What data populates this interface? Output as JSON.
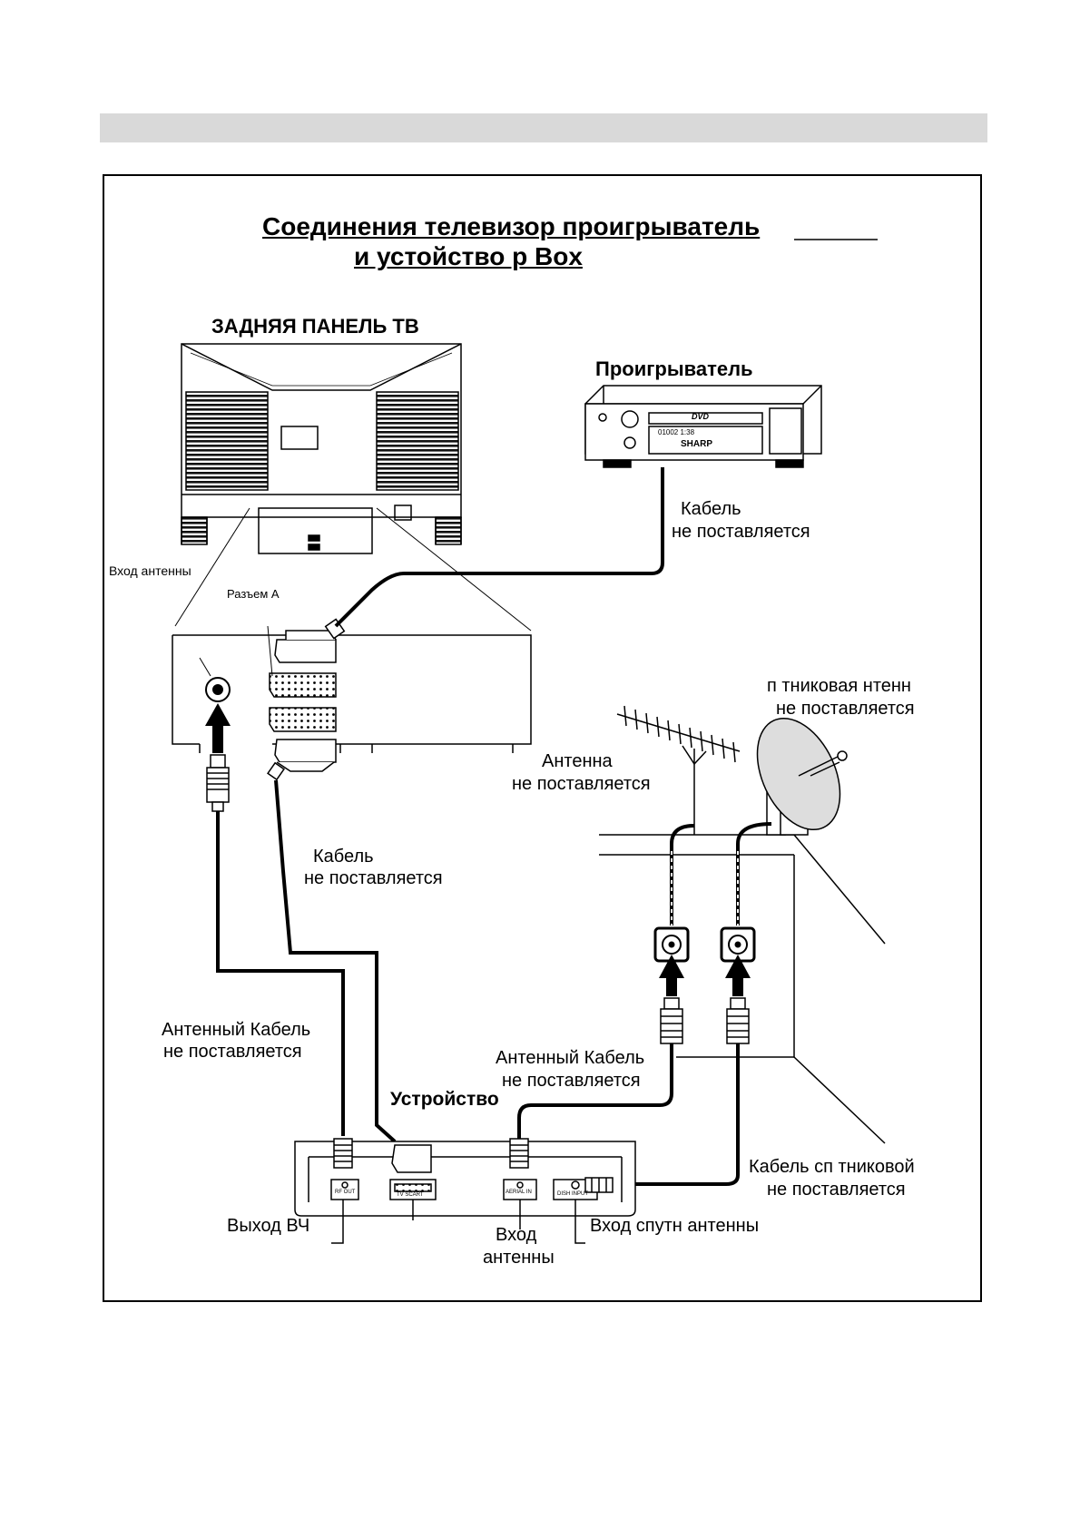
{
  "title": {
    "line1": "Соединения   телевизор проигрыватель",
    "line2": "и устойство          р Box"
  },
  "tv": {
    "label": "ЗАДНЯЯ ПАНЕЛЬ ТВ",
    "antenna_input": "Вход  антенны",
    "connector_a": "Разъем А"
  },
  "player": {
    "label": "Проигрыватель",
    "brand": "SHARP",
    "logo": "DVD",
    "display": "01002   1:38",
    "cable_line1": "Кабель",
    "cable_line2": "не поставляется"
  },
  "scart_cable": {
    "line1": "Кабель",
    "line2": "не поставляется"
  },
  "antenna": {
    "line1": "Антенна",
    "line2": "не поставляется"
  },
  "dish": {
    "line1": "п  тниковая   нтенн",
    "line2": "не поставляется"
  },
  "antenna_cable_left": {
    "line1": "Антенный Кабель",
    "line2": "не поставляется"
  },
  "antenna_cable_right": {
    "line1": "Антенный Кабель",
    "line2": "не поставляется"
  },
  "satellite_cable": {
    "line1": "Кабель сп  тниковой",
    "line2": "не поставляется"
  },
  "device": {
    "label": "Устройство",
    "ports": [
      "RF OUT",
      "TV SCART",
      "AERIAL IN",
      "DISH INPUT"
    ]
  },
  "callouts": {
    "rf_out": "Выход ВЧ",
    "antenna_in_line1": "Вход",
    "antenna_in_line2": "антенны",
    "sat_in": "Вход  спутн антенны"
  },
  "colors": {
    "header_bar": "#d9d9d9",
    "ink": "#000000"
  }
}
